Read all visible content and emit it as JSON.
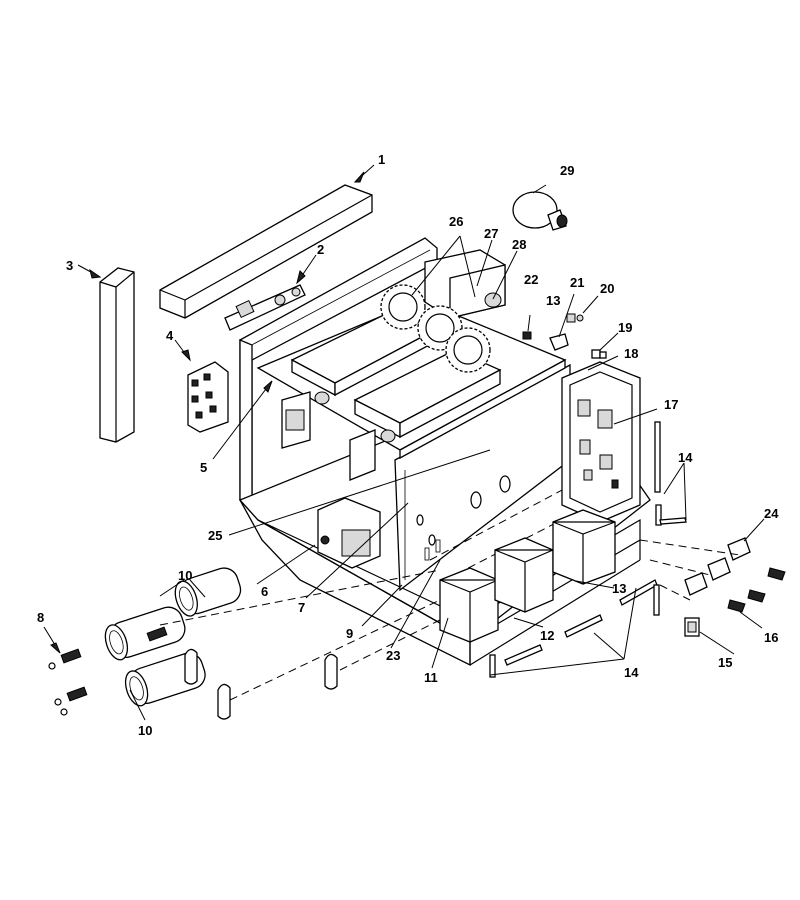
{
  "callouts": [
    {
      "id": "c1",
      "label": "1"
    },
    {
      "id": "c2",
      "label": "2"
    },
    {
      "id": "c3",
      "label": "3"
    },
    {
      "id": "c4",
      "label": "4"
    },
    {
      "id": "c5",
      "label": "5"
    },
    {
      "id": "c6",
      "label": "6"
    },
    {
      "id": "c7",
      "label": "7"
    },
    {
      "id": "c8",
      "label": "8"
    },
    {
      "id": "c9",
      "label": "9"
    },
    {
      "id": "c10a",
      "label": "10"
    },
    {
      "id": "c10b",
      "label": "10"
    },
    {
      "id": "c11",
      "label": "11"
    },
    {
      "id": "c12",
      "label": "12"
    },
    {
      "id": "c13a",
      "label": "13"
    },
    {
      "id": "c13b",
      "label": "13"
    },
    {
      "id": "c14a",
      "label": "14"
    },
    {
      "id": "c14b",
      "label": "14"
    },
    {
      "id": "c15",
      "label": "15"
    },
    {
      "id": "c16",
      "label": "16"
    },
    {
      "id": "c17",
      "label": "17"
    },
    {
      "id": "c18",
      "label": "18"
    },
    {
      "id": "c19",
      "label": "19"
    },
    {
      "id": "c20",
      "label": "20"
    },
    {
      "id": "c21",
      "label": "21"
    },
    {
      "id": "c22",
      "label": "22"
    },
    {
      "id": "c23",
      "label": "23"
    },
    {
      "id": "c24",
      "label": "24"
    },
    {
      "id": "c25",
      "label": "25"
    },
    {
      "id": "c26",
      "label": "26"
    },
    {
      "id": "c27",
      "label": "27"
    },
    {
      "id": "c28",
      "label": "28"
    },
    {
      "id": "c29",
      "label": "29"
    }
  ]
}
